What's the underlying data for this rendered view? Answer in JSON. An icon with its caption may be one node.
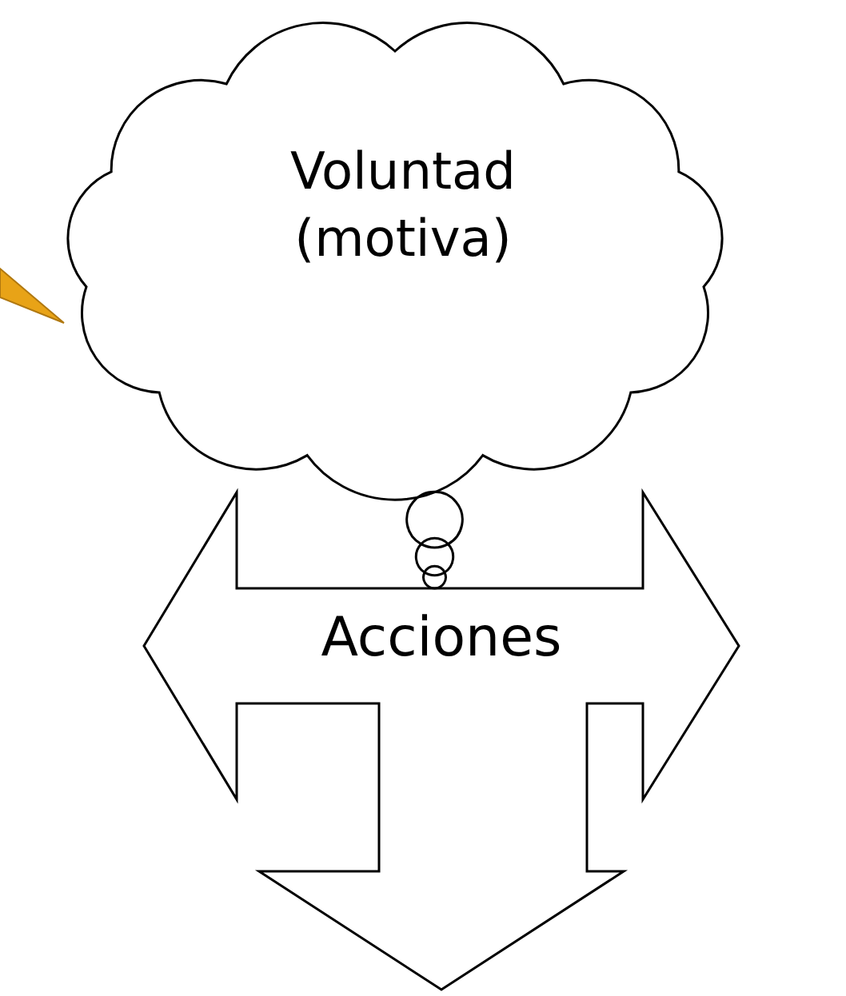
{
  "diagram": {
    "nodes": [
      {
        "text": [
          "Voluntad (motiva)"
        ]
      },
      {
        "text": [
          "Acciones"
        ]
      }
    ],
    "edges": [
      {
        "from": 0,
        "to": 1,
        "arrow": "none"
      }
    ]
  }
}
